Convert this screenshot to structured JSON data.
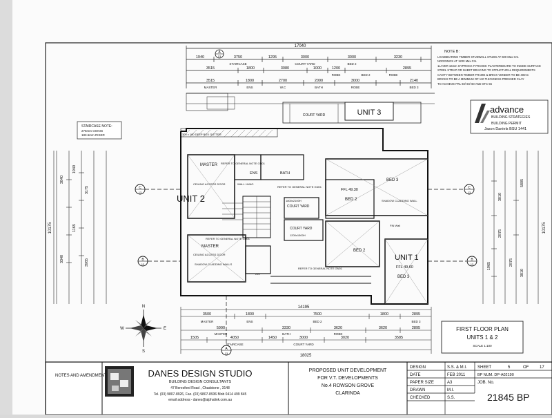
{
  "drawing": {
    "overall_width_dim": "17040",
    "overall_width_dim_bottom": "18025",
    "overall_height_dim": "10175",
    "plan_scale": "SCALE 1:100"
  },
  "note_b": {
    "title": "NOTE B:",
    "lines": [
      "LOADBEARING TIMBER STUDWALL STUDS AT 600 Max Crs.",
      "NOGGINGS AT 1200 Max Crs.",
      "1LAYER 16mm GYPROCK FYRCHEK PLASTERBOARD TO INSIDE SURFACE",
      "STEEL STRAP OR SHEET BRACING TO STRUCTURAL REQUIREMENTS",
      "CAVITY BETWEEN TIMBER FRAME & BRICK VENEER TO BE 40mm",
      "BRICKS TO BE A MINIMUM OF 110 THICKNESS PRESSED CLAY",
      "TO ACHIEVE FRL 60/ 60/ 60 AND STC 55"
    ]
  },
  "stamp": {
    "brand": "advance",
    "sub": "BUILDING STRATEGIES",
    "permit": "BUILDING PERMIT",
    "surveyor": "Jason Daniels BSU 1441"
  },
  "staircase_note": {
    "title": "STAIRCASE NOTE:",
    "line1": "275mm GOING",
    "line2": "183.5mm RISER"
  },
  "top_dims": {
    "row1": [
      "1940",
      "3750",
      "1295",
      "3000",
      "3000",
      "3230"
    ],
    "row2": [
      "3515",
      "1800",
      "3080",
      "1000",
      "1200",
      "2895"
    ],
    "row3": [
      "3515",
      "1800",
      "2700",
      "2090",
      "3000",
      "2140"
    ],
    "row3_labels": [
      "MASTER",
      "ENS",
      "W.C",
      "BATH",
      "ROBE",
      "BED 3"
    ],
    "row1_labels": [
      "STAIRCASE",
      "COURT YARD",
      "BED 2"
    ],
    "row2_labels": [
      "ROBE",
      "BED 2",
      "ROBE"
    ]
  },
  "bottom_dims": {
    "row1": [
      "3500",
      "1800",
      "7500",
      "1800",
      "2895"
    ],
    "row1_labels": [
      "MASTER",
      "ENS",
      "BED 2",
      "BED 3"
    ],
    "row2": [
      "5990",
      "3330",
      "3620",
      "3620",
      "2895"
    ],
    "row2_labels": [
      "MASTER",
      "BATH",
      "ROBE"
    ],
    "row3": [
      "1505",
      "4050",
      "1450",
      "3000",
      "3020",
      "3585"
    ],
    "row3_labels": [
      "STAIRCASE",
      "COURT YARD"
    ],
    "mid_total": "14195"
  },
  "left_dims": [
    "3840",
    "1940",
    "3175",
    "3340",
    "1165",
    "3985"
  ],
  "right_dims": [
    "5805",
    "3010",
    "2875",
    "1965",
    "2875",
    "3810"
  ],
  "rooms": {
    "unit3": "UNIT 3",
    "unit2": "UNIT 2",
    "unit1": "UNIT 1",
    "master_top": "MASTER",
    "master_bottom": "MASTER",
    "ens_top": "ENS",
    "bath_top": "BATH",
    "bed3_top": "BED 3",
    "bed2_top": "BED 2",
    "bed2_bottom": "BED 2",
    "bed3_bottom": "BED 3",
    "court_yard_ext": "COURT YARD",
    "court_yard_mid1": "COURT YARD",
    "court_yard_mid2": "COURT YARD",
    "ffl_top": "FFL 49.30",
    "ffl_bottom": "FFL 49.60",
    "ceiling_access_top": "CEILING ACCESS DOOR",
    "ceiling_access_bottom": "CEILING ACCESS DOOR",
    "shadow_wall_top": "SHADOW CLADDING WALL",
    "shadow_wall_bottom": "SHADOW CLADDING WALLS",
    "refer_note_1": "REFER TO GENERAL NOTE GN01",
    "refer_note_2": "REFER TO GENERAL NOTE GN01",
    "refer_note_3": "REFER TO GENERAL NOTE GN01",
    "refer_note_4": "REFER TO GENERAL NOTE GN01",
    "box_gutter": "300 x 160 DEEP BOX GUTTER",
    "wall_hung": "WALL HUNG",
    "court_dims_1": "1800x2100H",
    "court_dims_2": "1200x1500H",
    "fin_wall": "FIN Wall",
    "code_210": "210"
  },
  "sections": {
    "a_label": "A",
    "a_sheet": "13",
    "b_label": "B",
    "b_sheet": "13",
    "c_label": "C",
    "c_sheet": "13"
  },
  "compass": {
    "n": "N",
    "s": "S",
    "e": "E",
    "w": "W"
  },
  "plan_title": {
    "line1": "FIRST FLOOR PLAN",
    "line2": "UNITS 1 & 2",
    "scale": "SCALE 1:100"
  },
  "title_block": {
    "notes_label": "NOTES AND AMENDMENTS",
    "studio": "DANES DESIGN STUDIO",
    "consultants": "BUILDING DESIGN CONSULTANTS",
    "address": "47 Beresford Road , Chadstone , 3148",
    "phone": "Tel. (03) 9807-8926, Fax. (03) 9807-8936 Mob 0414 499 845",
    "email": "email address:- danes@alphalink.com.au",
    "project1": "PROPOSED UNIT DEVELOPMENT",
    "project2": "FOR V.T. DEVELOPMENTS",
    "project3": "No.4 ROWSON GROVE",
    "project4": "CLARINDA",
    "design_label": "DESIGN",
    "design_value": "S.S. & M.I.",
    "date_label": "DATE",
    "date_value": "FEB 2011",
    "paper_label": "PAPER SIZE",
    "paper_value": "A3",
    "drawn_label": "DRAWN",
    "drawn_value": "M.I.",
    "checked_label": "CHECKED",
    "checked_value": "S.S.",
    "sheet_label": "SHEET",
    "sheet_value": "5",
    "sheet_of": "OF",
    "sheet_total": "17",
    "bp_label": "BP NUM. DP-A02190",
    "job_label": "JOB. No.",
    "job_value": "21845 BP"
  }
}
